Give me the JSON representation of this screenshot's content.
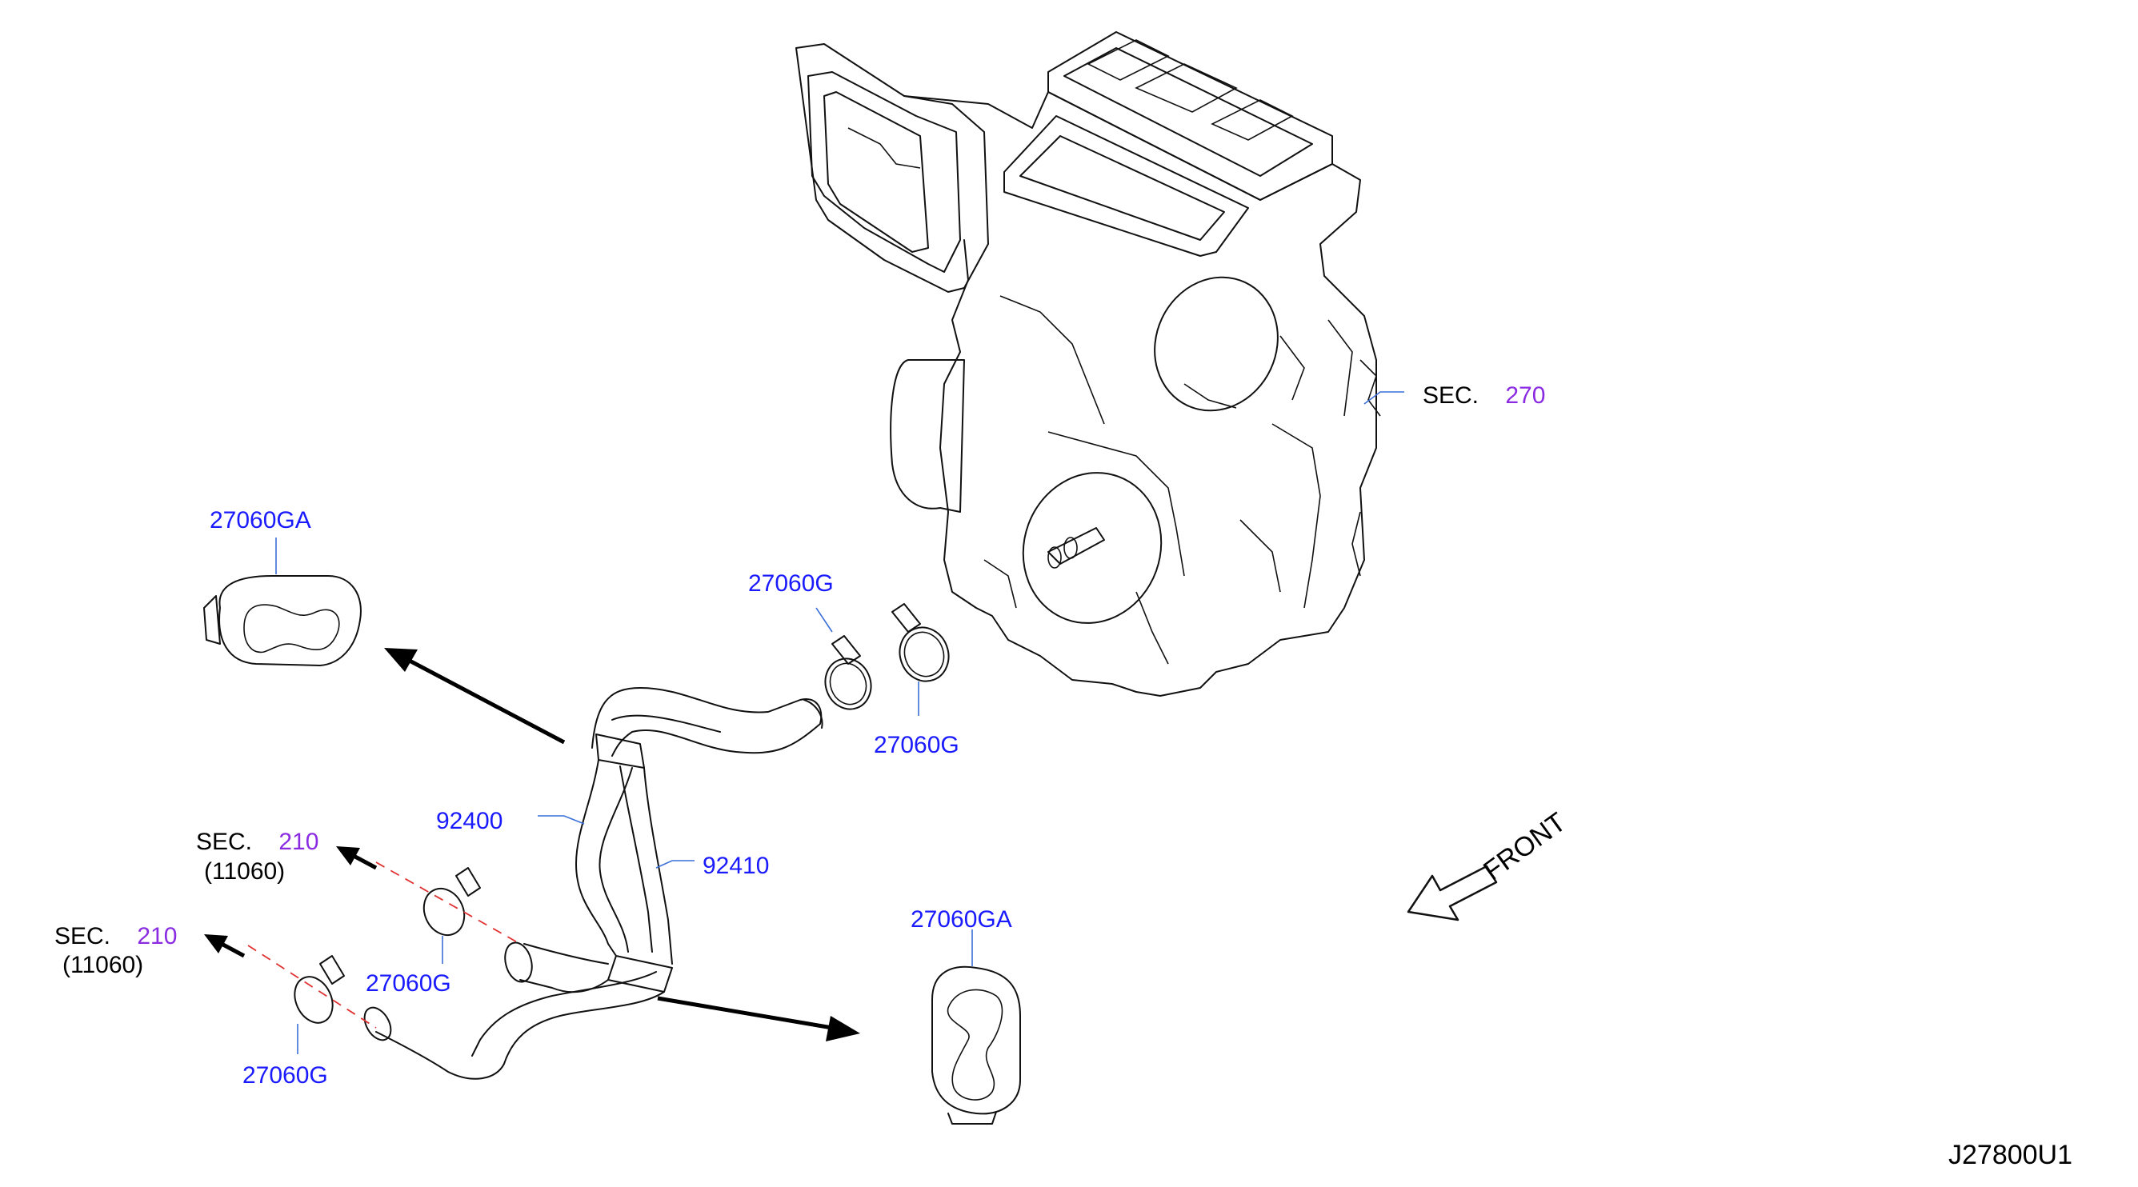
{
  "colors": {
    "part_number": "#1a1aff",
    "section_number": "#8a2be2",
    "leader": "#3a6fd8",
    "dashed": "#e03030",
    "ink": "#111111"
  },
  "labels": {
    "sec_270": {
      "prefix": "SEC.",
      "number": "270"
    },
    "sec_210_upper": {
      "prefix": "SEC.",
      "number": "210",
      "sub": "(11060)"
    },
    "sec_210_lower": {
      "prefix": "SEC.",
      "number": "210",
      "sub": "(11060)"
    },
    "part_27060GA_top": "27060GA",
    "part_27060GA_bottom": "27060GA",
    "part_27060G_top": "27060G",
    "part_27060G_mid": "27060G",
    "part_27060G_left_upper": "27060G",
    "part_27060G_left_lower": "27060G",
    "part_92400": "92400",
    "part_92410": "92410",
    "front": "FRONT",
    "diagram_code": "J27800U1"
  }
}
